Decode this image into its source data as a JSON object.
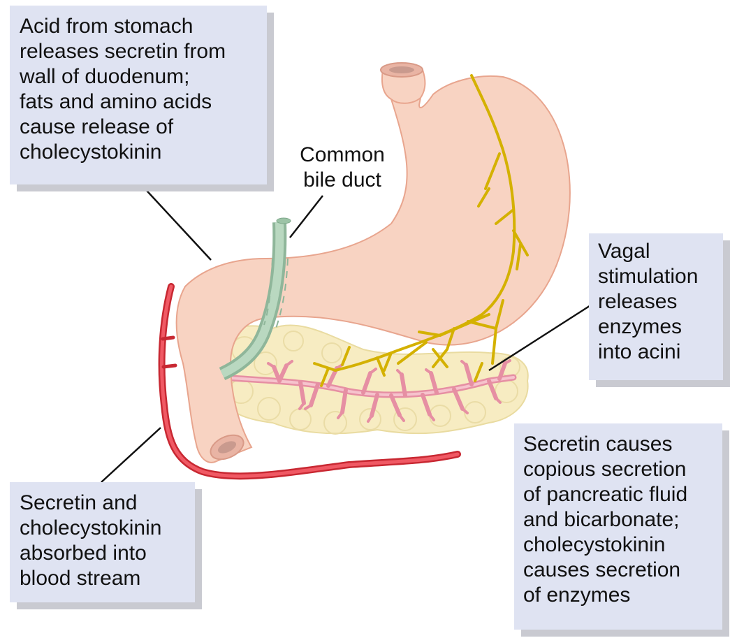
{
  "callouts": {
    "acid": {
      "lines": [
        "Acid from stomach",
        "releases secretin from",
        "wall of duodenum;",
        "fats and amino acids",
        "cause release of",
        "cholecystokinin"
      ]
    },
    "vagal": {
      "lines": [
        "Vagal",
        "stimulation",
        "releases",
        "enzymes",
        "into acini"
      ]
    },
    "absorbed": {
      "lines": [
        "Secretin and",
        "cholecystokinin",
        "absorbed into",
        "blood stream"
      ]
    },
    "secretin": {
      "lines": [
        "Secretin causes",
        "copious secretion",
        "of pancreatic fluid",
        "and bicarbonate;",
        "cholecystokinin",
        "causes secretion",
        "of enzymes"
      ]
    }
  },
  "labels": {
    "bile_duct": {
      "lines": [
        "Common",
        "bile duct"
      ]
    }
  },
  "colors": {
    "callout_bg": "#dfe3f2",
    "callout_shadow": "#c9cad1",
    "stomach": "#f8d3c2",
    "pancreas": "#f7ecc2",
    "ducts": "#ec9fb0",
    "nerve": "#d4b100",
    "blood_vessel": "#e0323d",
    "bile_duct": "#a7c7ae"
  }
}
